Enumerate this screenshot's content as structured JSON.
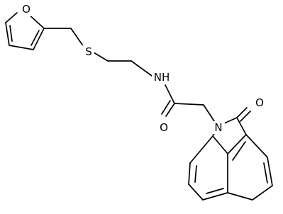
{
  "molecule": {
    "atoms": {
      "furan_o": "O",
      "thioether_s": "S",
      "amide_n": "NH",
      "amide_o": "O",
      "lactam_n": "N",
      "lactam_o": "O"
    }
  },
  "colors": {
    "bond": "#000000",
    "background": "#ffffff"
  }
}
